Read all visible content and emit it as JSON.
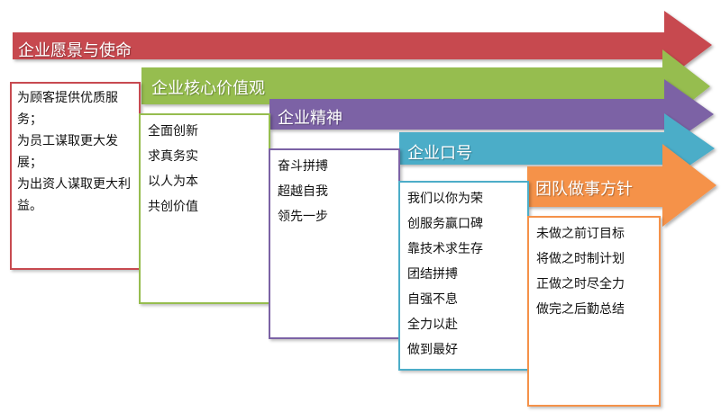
{
  "sections": [
    {
      "title": "企业愿景与使命",
      "color": "#c74a50",
      "items": [
        "为顾客提供优质服务；",
        "为员工谋取更大发展；",
        "为出资人谋取更大利益。"
      ]
    },
    {
      "title": "企业核心价值观",
      "color": "#96bd4f",
      "items": [
        "全面创新",
        "求真务实",
        "以人为本",
        "共创价值"
      ]
    },
    {
      "title": "企业精神",
      "color": "#7b62a5",
      "items": [
        "奋斗拼搏",
        "超越自我",
        "领先一步"
      ]
    },
    {
      "title": "企业口号",
      "color": "#4cadc8",
      "items": [
        "我们以你为荣",
        "创服务赢口碑",
        "靠技术求生存",
        "团结拼搏",
        "自强不息",
        "全力以赴",
        "做到最好"
      ]
    },
    {
      "title": "团队做事方针",
      "color": "#f5924a",
      "items": [
        "未做之前订目标",
        "将做之时制计划",
        "正做之时尽全力",
        "做完之后勤总结"
      ]
    }
  ]
}
